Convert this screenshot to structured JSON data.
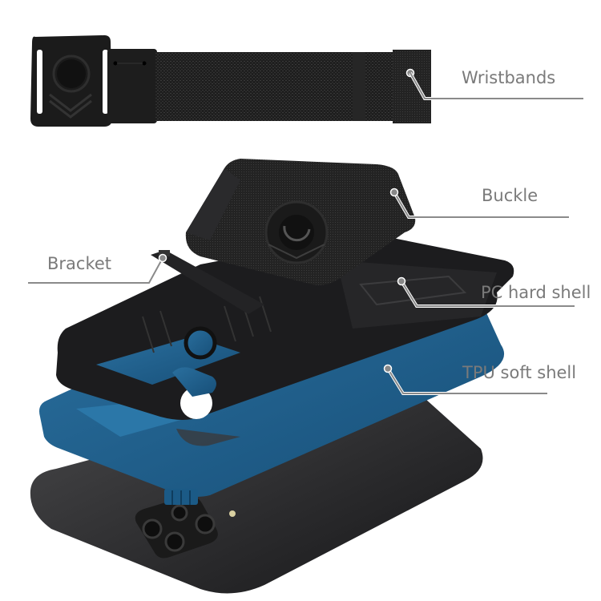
{
  "diagram": {
    "type": "exploded-product-view",
    "parts": [
      {
        "id": "wristbands",
        "label": "Wristbands"
      },
      {
        "id": "buckle",
        "label": "Buckle"
      },
      {
        "id": "bracket",
        "label": "Bracket"
      },
      {
        "id": "pc-hard-shell",
        "label": "PC hard shell"
      },
      {
        "id": "tpu-soft-shell",
        "label": "TPU soft shell"
      }
    ]
  },
  "labels": {
    "wristbands": "Wristbands",
    "buckle": "Buckle",
    "bracket": "Bracket",
    "pc_hard_shell": "PC hard shell",
    "tpu_soft_shell": "TPU soft shell"
  },
  "colors": {
    "label_text": "#7a7a7a",
    "callout_line": "#8a8a8a",
    "case_black": "#1c1c1e",
    "tpu_blue": "#1f5f8c",
    "phone_body": "#2a2a2c",
    "strap_fabric": "#222222"
  }
}
